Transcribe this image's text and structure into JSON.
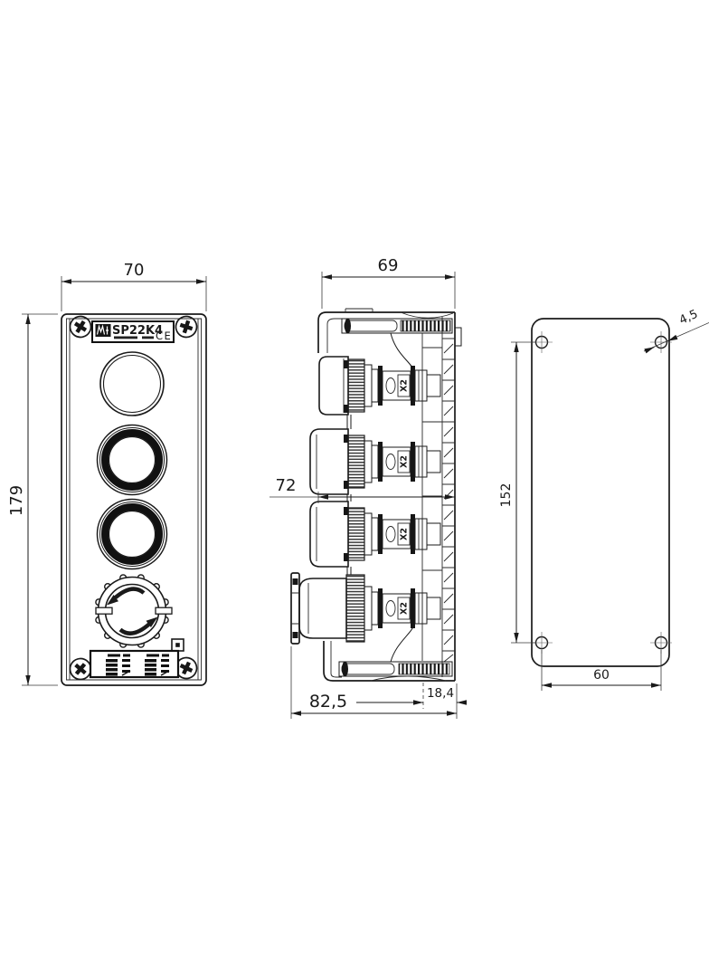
{
  "drawing": {
    "nameplate": {
      "model": "SP22K4",
      "ce_mark": "CE"
    },
    "contact_block_marking": "X2",
    "dims": {
      "front_width": "70",
      "front_height": "179",
      "side_width": "69",
      "side_depth_body": "72",
      "side_depth_total": "82,5",
      "side_depth_rear": "18,4",
      "hole_diameter": "4,5",
      "hole_pitch_vertical": "152",
      "hole_pitch_horizontal": "60"
    }
  }
}
